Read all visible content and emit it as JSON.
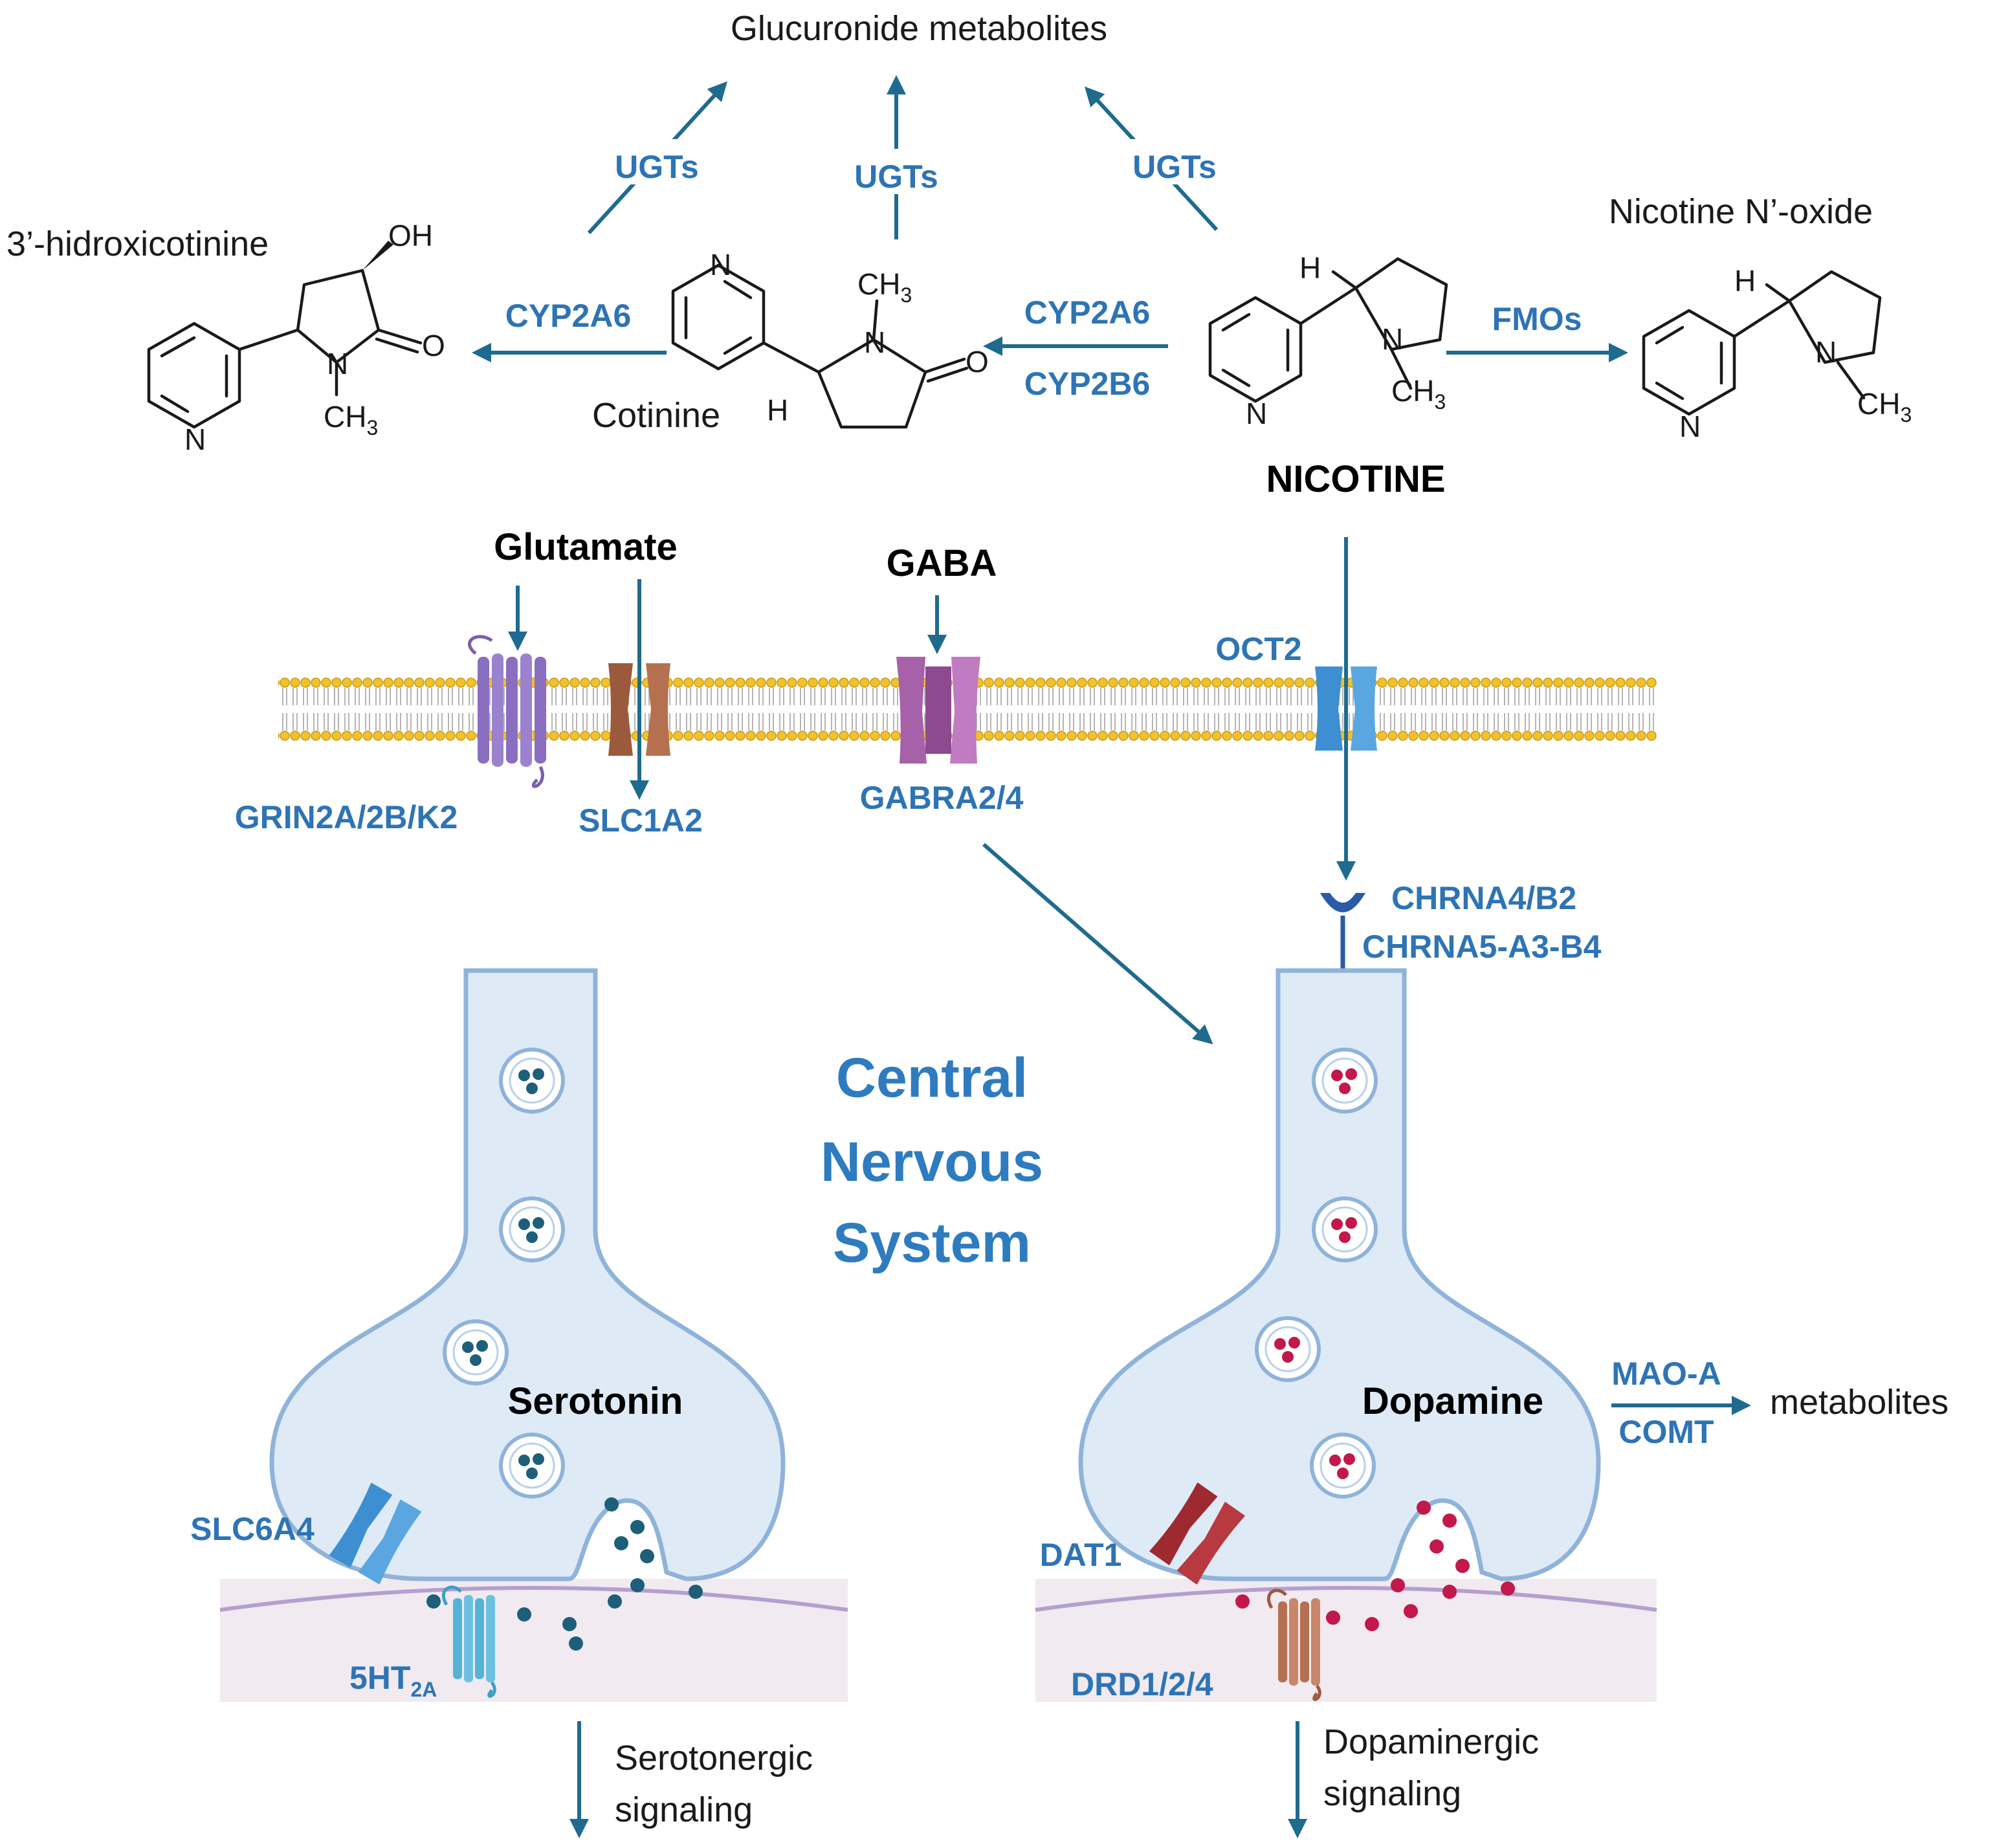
{
  "metabolism": {
    "glucuronide": "Glucuronide metabolites",
    "ugt_left": "UGTs",
    "ugt_mid": "UGTs",
    "ugt_right": "UGTs",
    "hydroxy_name": "3’-hidroxicotinine",
    "cotinine_name": "Cotinine",
    "nicotine_name": "NICOTINE",
    "noxide_name": "Nicotine N’-oxide",
    "cyp_left": "CYP2A6",
    "cyp_mid_1": "CYP2A6",
    "cyp_mid_2": "CYP2B6",
    "fmos": "FMOs"
  },
  "atoms": {
    "oh": "OH",
    "o": "O",
    "n": "N",
    "ch3": "CH",
    "ch3_sub": "3",
    "h": "H"
  },
  "membrane": {
    "glutamate": "Glutamate",
    "gaba": "GABA",
    "oct2": "OCT2",
    "grin": "GRIN2A/2B/K2",
    "slc1a2": "SLC1A2",
    "gabra": "GABRA2/4",
    "chrna_1": "CHRNA4/B2",
    "chrna_2": "CHRNA5-A3-B4"
  },
  "cns": {
    "line1": "Central",
    "line2": "Nervous",
    "line3": "System"
  },
  "serotonin": {
    "name": "Serotonin",
    "transporter": "SLC6A4",
    "receptor": "5HT",
    "receptor_sub": "2A",
    "signal_1": "Serotonergic",
    "signal_2": "signaling"
  },
  "dopamine": {
    "name": "Dopamine",
    "transporter": "DAT1",
    "receptor": "DRD1/2/4",
    "enzyme_1": "MAO-A",
    "enzyme_2": "COMT",
    "metabolites": "metabolites",
    "signal_1": "Dopaminergic",
    "signal_2": "signaling"
  },
  "colors": {
    "arrow": "#1f6b8e",
    "label_blue": "#2e74b5",
    "neuron_fill": "#deebf7",
    "neuron_stroke": "#8fb3d9",
    "serotonin_dot": "#1d5f7a",
    "dopamine_dot": "#c2184b",
    "membrane_head": "#f2c12e"
  }
}
